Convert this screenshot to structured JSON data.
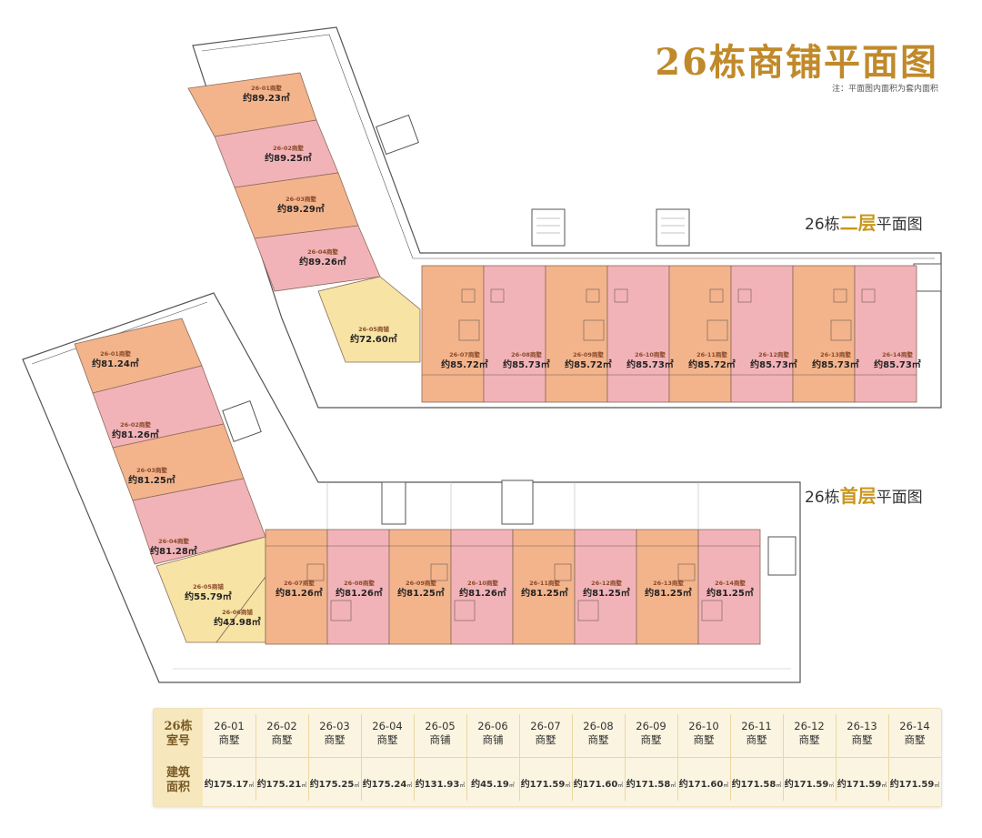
{
  "header": {
    "title": "26栋商铺平面图",
    "note": "注：平面图内面积为套内面积"
  },
  "floors": {
    "second": {
      "prefix": "26栋",
      "highlight": "二层",
      "suffix": "平面图"
    },
    "first": {
      "prefix": "26栋",
      "highlight": "首层",
      "suffix": "平面图"
    }
  },
  "colors": {
    "orange": "#f3b48c",
    "pink": "#f2b3b8",
    "yellow": "#f7e3a3",
    "gold": "#c08a2b"
  },
  "second_floor_units": [
    {
      "name": "26-01商墅",
      "area": "约89.23㎡"
    },
    {
      "name": "26-02商墅",
      "area": "约89.25㎡"
    },
    {
      "name": "26-03商墅",
      "area": "约89.29㎡"
    },
    {
      "name": "26-04商墅",
      "area": "约89.26㎡"
    },
    {
      "name": "26-05商铺",
      "area": "约72.60㎡"
    },
    {
      "name": "26-07商墅",
      "area": "约85.72㎡"
    },
    {
      "name": "26-08商墅",
      "area": "约85.73㎡"
    },
    {
      "name": "26-09商墅",
      "area": "约85.72㎡"
    },
    {
      "name": "26-10商墅",
      "area": "约85.73㎡"
    },
    {
      "name": "26-11商墅",
      "area": "约85.72㎡"
    },
    {
      "name": "26-12商墅",
      "area": "约85.73㎡"
    },
    {
      "name": "26-13商墅",
      "area": "约85.73㎡"
    },
    {
      "name": "26-14商墅",
      "area": "约85.73㎡"
    }
  ],
  "first_floor_units": [
    {
      "name": "26-01商墅",
      "area": "约81.24㎡"
    },
    {
      "name": "26-02商墅",
      "area": "约81.26㎡"
    },
    {
      "name": "26-03商墅",
      "area": "约81.25㎡"
    },
    {
      "name": "26-04商墅",
      "area": "约81.28㎡"
    },
    {
      "name": "26-05商铺",
      "area": "约55.79㎡"
    },
    {
      "name": "26-06商铺",
      "area": "约43.98㎡"
    },
    {
      "name": "26-07商墅",
      "area": "约81.26㎡"
    },
    {
      "name": "26-08商墅",
      "area": "约81.26㎡"
    },
    {
      "name": "26-09商墅",
      "area": "约81.25㎡"
    },
    {
      "name": "26-10商墅",
      "area": "约81.26㎡"
    },
    {
      "name": "26-11商墅",
      "area": "约81.25㎡"
    },
    {
      "name": "26-12商墅",
      "area": "约81.25㎡"
    },
    {
      "name": "26-13商墅",
      "area": "约81.25㎡"
    },
    {
      "name": "26-14商墅",
      "area": "约81.25㎡"
    }
  ],
  "table": {
    "row1_title": [
      "26栋",
      "室号"
    ],
    "row2_title": [
      "建筑",
      "面积"
    ],
    "columns": [
      {
        "id": "26-01",
        "type": "商墅",
        "area": "约175.17",
        "unit": "㎡"
      },
      {
        "id": "26-02",
        "type": "商墅",
        "area": "约175.21",
        "unit": "㎡"
      },
      {
        "id": "26-03",
        "type": "商墅",
        "area": "约175.25",
        "unit": "㎡"
      },
      {
        "id": "26-04",
        "type": "商墅",
        "area": "约175.24",
        "unit": "㎡"
      },
      {
        "id": "26-05",
        "type": "商铺",
        "area": "约131.93",
        "unit": "㎡"
      },
      {
        "id": "26-06",
        "type": "商铺",
        "area": "约45.19",
        "unit": "㎡"
      },
      {
        "id": "26-07",
        "type": "商墅",
        "area": "约171.59",
        "unit": "㎡"
      },
      {
        "id": "26-08",
        "type": "商墅",
        "area": "约171.60",
        "unit": "㎡"
      },
      {
        "id": "26-09",
        "type": "商墅",
        "area": "约171.58",
        "unit": "㎡"
      },
      {
        "id": "26-10",
        "type": "商墅",
        "area": "约171.60",
        "unit": "㎡"
      },
      {
        "id": "26-11",
        "type": "商墅",
        "area": "约171.58",
        "unit": "㎡"
      },
      {
        "id": "26-12",
        "type": "商墅",
        "area": "约171.59",
        "unit": "㎡"
      },
      {
        "id": "26-13",
        "type": "商墅",
        "area": "约171.59",
        "unit": "㎡"
      },
      {
        "id": "26-14",
        "type": "商墅",
        "area": "约171.59",
        "unit": "㎡"
      }
    ]
  }
}
